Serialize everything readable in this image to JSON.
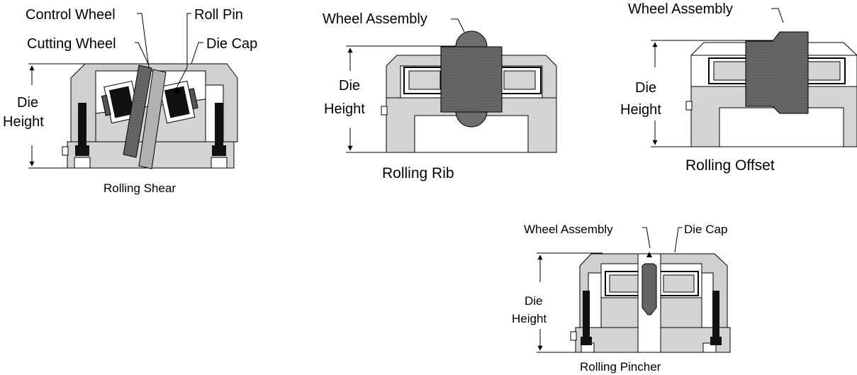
{
  "colors": {
    "background": "#ffffff",
    "body_fill": "#d4d4d4",
    "cap_fill": "#cfcfcf",
    "wheel_fill": "#6e6e6e",
    "black": "#000000"
  },
  "rolling_shear": {
    "caption": "Rolling Shear",
    "label_control_wheel": "Control Wheel",
    "label_roll_pin": "Roll Pin",
    "label_cutting_wheel": "Cutting Wheel",
    "label_die_cap": "Die Cap",
    "label_die": "Die",
    "label_height": "Height"
  },
  "rolling_rib": {
    "caption": "Rolling Rib",
    "label_wheel_assembly": "Wheel Assembly",
    "label_die": "Die",
    "label_height": "Height"
  },
  "rolling_offset": {
    "caption": "Rolling Offset",
    "label_wheel_assembly": "Wheel Assembly",
    "label_die": "Die",
    "label_height": "Height"
  },
  "rolling_pincher": {
    "caption": "Rolling Pincher",
    "label_wheel_assembly": "Wheel Assembly",
    "label_die_cap": "Die Cap",
    "label_die": "Die",
    "label_height": "Height"
  }
}
